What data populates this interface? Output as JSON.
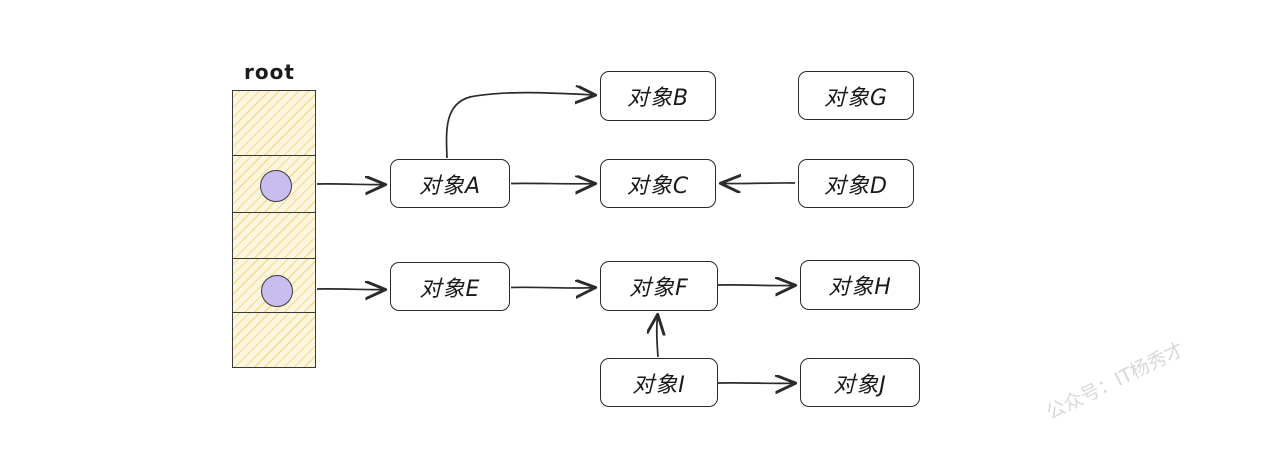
{
  "diagram": {
    "title_label": "root",
    "root_table": {
      "name": "root-reference-table",
      "cells": [
        {
          "id": "cell-1",
          "has_reference": false
        },
        {
          "id": "cell-2",
          "has_reference": true
        },
        {
          "id": "cell-3",
          "has_reference": false
        },
        {
          "id": "cell-4",
          "has_reference": true
        },
        {
          "id": "cell-5",
          "has_reference": false
        }
      ],
      "fill_color": "#fdf6de",
      "hatch_color": "#e9c450",
      "reference_dot_color": "#c9bdf0",
      "border_color": "#3a3a3a"
    },
    "nodes": [
      {
        "id": "A",
        "label": "对象A"
      },
      {
        "id": "B",
        "label": "对象B"
      },
      {
        "id": "C",
        "label": "对象C"
      },
      {
        "id": "D",
        "label": "对象D"
      },
      {
        "id": "E",
        "label": "对象E"
      },
      {
        "id": "F",
        "label": "对象F"
      },
      {
        "id": "G",
        "label": "对象G"
      },
      {
        "id": "H",
        "label": "对象H"
      },
      {
        "id": "I",
        "label": "对象I"
      },
      {
        "id": "J",
        "label": "对象J"
      }
    ],
    "edges": [
      {
        "from": "root-cell-2",
        "to": "A"
      },
      {
        "from": "A",
        "to": "B"
      },
      {
        "from": "A",
        "to": "C"
      },
      {
        "from": "D",
        "to": "C"
      },
      {
        "from": "root-cell-4",
        "to": "E"
      },
      {
        "from": "E",
        "to": "F"
      },
      {
        "from": "F",
        "to": "H"
      },
      {
        "from": "I",
        "to": "F"
      },
      {
        "from": "I",
        "to": "J"
      }
    ],
    "unreachable_nodes": [
      "G"
    ],
    "stroke_color": "#2b2b2b"
  },
  "watermark": {
    "text": "公众号：IT杨秀才",
    "color": "#d8d8d8"
  }
}
